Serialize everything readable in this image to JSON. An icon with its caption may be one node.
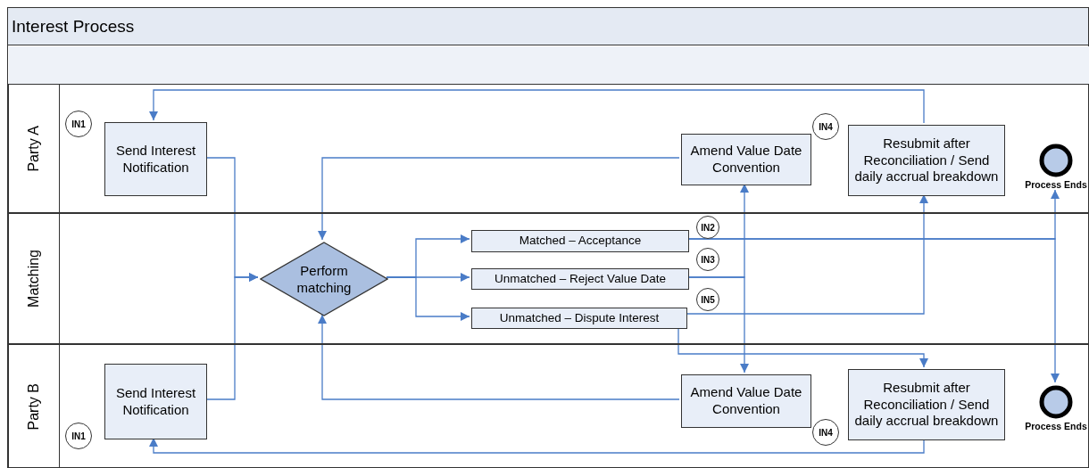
{
  "diagram": {
    "nodes": [
      {
        "text": [
          "Interest Process"
        ]
      },
      {
        "text": [
          "Party A"
        ],
        "in": 0
      },
      {
        "text": [
          "Matching"
        ],
        "in": 0
      },
      {
        "text": [
          "Party B"
        ],
        "in": 0
      },
      {
        "text": [
          "IN1"
        ],
        "in": 1
      },
      {
        "text": [
          "Send Interest Notification"
        ],
        "in": 1
      },
      {
        "text": [
          "Amend Value Date Convention"
        ],
        "in": 1
      },
      {
        "text": [
          "IN4"
        ],
        "in": 1
      },
      {
        "text": [
          "Resubmit after Reconciliation / Send daily accrual breakdown"
        ],
        "in": 1
      },
      {
        "text": [
          "Process Ends"
        ],
        "in": 1
      },
      {
        "text": [
          "Perform matching"
        ],
        "in": 2
      },
      {
        "text": [
          "Matched – Acceptance"
        ],
        "in": 2
      },
      {
        "text": [
          "IN2"
        ],
        "in": 2
      },
      {
        "text": [
          "Unmatched – Reject Value Date"
        ],
        "in": 2
      },
      {
        "text": [
          "IN3"
        ],
        "in": 2
      },
      {
        "text": [
          "Unmatched – Dispute Interest"
        ],
        "in": 2
      },
      {
        "text": [
          "IN5"
        ],
        "in": 2
      },
      {
        "text": [
          "Send Interest Notification"
        ],
        "in": 3
      },
      {
        "text": [
          "IN1"
        ],
        "in": 3
      },
      {
        "text": [
          "Amend Value Date Convention"
        ],
        "in": 3
      },
      {
        "text": [
          "IN4"
        ],
        "in": 3
      },
      {
        "text": [
          "Resubmit after Reconciliation / Send daily accrual breakdown"
        ],
        "in": 3
      },
      {
        "text": [
          "Process Ends"
        ],
        "in": 3
      },
      {
        "text": [],
        "shape": "bar",
        "in": 0
      }
    ],
    "edges": [
      {
        "from": 5,
        "to": 10,
        "arrow": "to"
      },
      {
        "from": 17,
        "to": 10,
        "arrow": "to"
      },
      {
        "from": 10,
        "to": 11,
        "arrow": "to"
      },
      {
        "from": 10,
        "to": 13,
        "arrow": "to"
      },
      {
        "from": 10,
        "to": 15,
        "arrow": "to"
      },
      {
        "from": 11,
        "to": 9,
        "arrow": "to"
      },
      {
        "from": 11,
        "to": 22,
        "arrow": "to"
      },
      {
        "from": 13,
        "to": 6,
        "arrow": "to"
      },
      {
        "from": 13,
        "to": 19,
        "arrow": "to"
      },
      {
        "from": 15,
        "to": 8,
        "arrow": "to"
      },
      {
        "from": 15,
        "to": 21,
        "arrow": "to"
      },
      {
        "from": 6,
        "to": 10,
        "arrow": "to"
      },
      {
        "from": 19,
        "to": 10,
        "arrow": "to"
      },
      {
        "from": 8,
        "to": 5,
        "arrow": "to"
      },
      {
        "from": 21,
        "to": 17,
        "arrow": "to"
      }
    ]
  }
}
